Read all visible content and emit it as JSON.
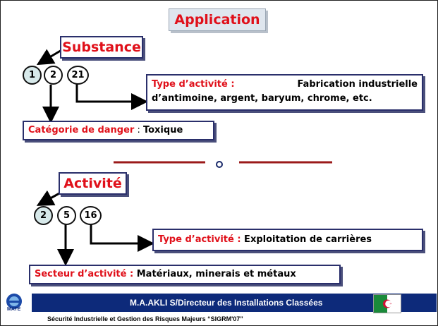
{
  "title": "Application",
  "section1": {
    "label": "Substance",
    "codes": [
      "1",
      "2",
      "21"
    ],
    "type_label": "Type d’activité :",
    "type_text": "Fabrication industrielle",
    "type_text2": "d’antimoine, argent, baryum, chrome, etc.",
    "category_label": "Catégorie de danger",
    "category_sep": " : ",
    "category_value": "Toxique"
  },
  "section2": {
    "label": "Activité",
    "codes": [
      "2",
      "5",
      "16"
    ],
    "type_label": "Type d’activité :",
    "type_text": " Exploitation de carrières",
    "sector_label": "Secteur d’activité :",
    "sector_value": " Matériaux, minerais et métaux"
  },
  "footer": {
    "author": "M.A.AKLI S/Directeur des Installations Classées",
    "event": "Sécurité Industrielle et Gestion des Risques Majeurs “SIGRM'07”",
    "logo_text": "MATE"
  },
  "colors": {
    "accent_red": "#e0101a",
    "navy": "#0d2a7a",
    "highlight": "#d7e9ea"
  }
}
